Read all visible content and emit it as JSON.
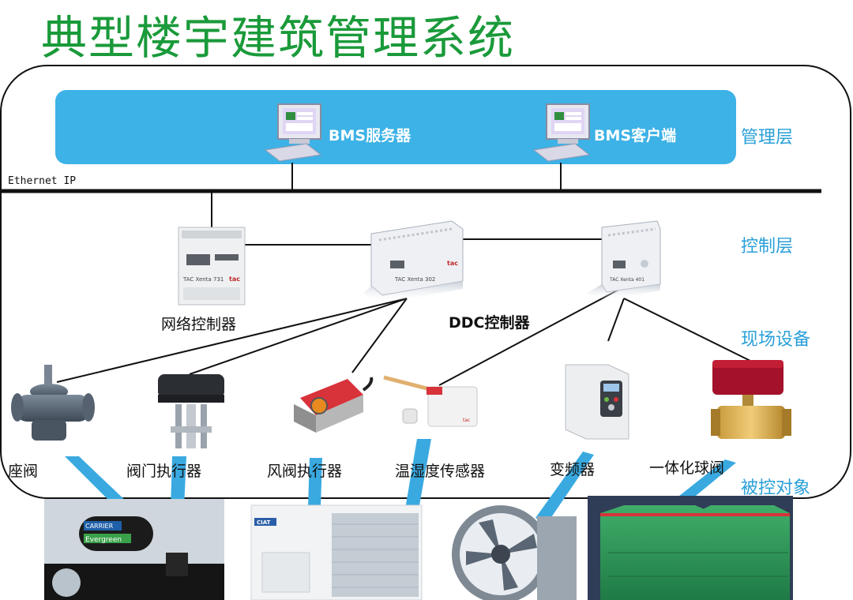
{
  "title": "典型楼宇建筑管理系统",
  "network": {
    "label": "Ethernet IP"
  },
  "management": {
    "server_label": "BMS服务器",
    "client_label": "BMS客户端"
  },
  "layers": {
    "management": "管理层",
    "control": "控制层",
    "field": "现场设备",
    "controlled": "被控对象"
  },
  "controllers": {
    "network_controller": "网络控制器",
    "ddc_controller": "DDC控制器"
  },
  "devices": {
    "seat_valve": "座阀",
    "valve_actuator": "阀门执行器",
    "damper_actuator": "风阀执行器",
    "temp_humidity_sensor": "温湿度传感器",
    "vfd": "变频器",
    "ball_valve": "一体化球阀"
  },
  "device_text": {
    "tac_731": "TAC Xenta 731",
    "tac_302": "TAC Xenta 302",
    "tac_401": "TAC Xenta 401",
    "brand_tac": "tac",
    "chiller_brand": "CARRIER",
    "chiller_model": "Evergreen",
    "air_chiller_brand": "CIAT"
  },
  "colors": {
    "title": "#1a9a3a",
    "layer_labels": "#2aa0d8",
    "band": "#3db2e6",
    "beam": "#3aa9e0"
  }
}
